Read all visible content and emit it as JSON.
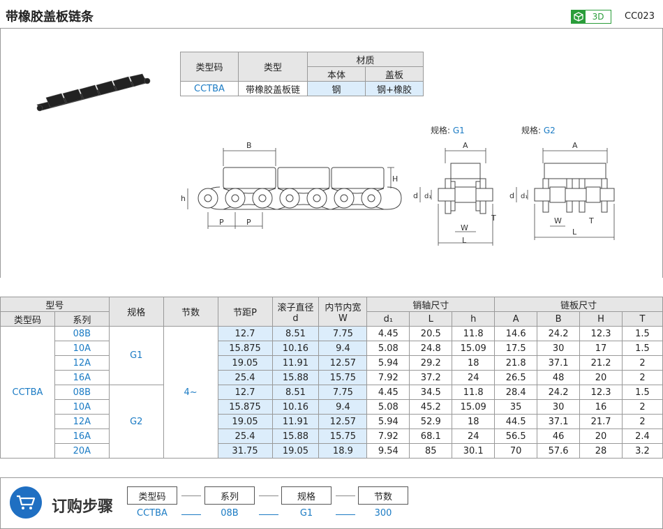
{
  "header": {
    "title": "带橡胶盖板链条",
    "badge_3d": "3D",
    "code": "CC023"
  },
  "material_table": {
    "headers": {
      "type_code": "类型码",
      "type": "类型",
      "material": "材质",
      "body": "本体",
      "cover": "盖板"
    },
    "row": {
      "type_code": "CCTBA",
      "type": "带橡胶盖板链",
      "body": "钢",
      "cover": "钢+橡胶"
    }
  },
  "drawings": {
    "g1_label": "规格:",
    "g1_value": "G1",
    "g2_label": "规格:",
    "g2_value": "G2",
    "dims": {
      "B": "B",
      "H": "H",
      "h": "h",
      "P": "P",
      "A": "A",
      "d": "d",
      "d1": "d₁",
      "W": "W",
      "L": "L",
      "T": "T"
    }
  },
  "spec_table": {
    "headers": {
      "model": "型号",
      "type_code": "类型码",
      "series": "系列",
      "spec": "规格",
      "pitch_count": "节数",
      "pitch": "节距P",
      "roller": "滚子直径",
      "roller_sub": "d",
      "inner": "内节内宽",
      "inner_sub": "W",
      "pin": "销轴尺寸",
      "plate": "链板尺寸",
      "d1": "d₁",
      "L": "L",
      "h": "h",
      "A": "A",
      "B": "B",
      "H": "H",
      "T": "T"
    },
    "type_code": "CCTBA",
    "count": "4~",
    "groups": [
      {
        "spec": "G1",
        "rows": [
          {
            "series": "08B",
            "P": "12.7",
            "d": "8.51",
            "W": "7.75",
            "d1": "4.45",
            "L": "20.5",
            "h": "11.8",
            "A": "14.6",
            "B": "24.2",
            "H": "12.3",
            "T": "1.5"
          },
          {
            "series": "10A",
            "P": "15.875",
            "d": "10.16",
            "W": "9.4",
            "d1": "5.08",
            "L": "24.8",
            "h": "15.09",
            "A": "17.5",
            "B": "30",
            "H": "17",
            "T": "1.5"
          },
          {
            "series": "12A",
            "P": "19.05",
            "d": "11.91",
            "W": "12.57",
            "d1": "5.94",
            "L": "29.2",
            "h": "18",
            "A": "21.8",
            "B": "37.1",
            "H": "21.2",
            "T": "2"
          },
          {
            "series": "16A",
            "P": "25.4",
            "d": "15.88",
            "W": "15.75",
            "d1": "7.92",
            "L": "37.2",
            "h": "24",
            "A": "26.5",
            "B": "48",
            "H": "20",
            "T": "2"
          }
        ]
      },
      {
        "spec": "G2",
        "rows": [
          {
            "series": "08B",
            "P": "12.7",
            "d": "8.51",
            "W": "7.75",
            "d1": "4.45",
            "L": "34.5",
            "h": "11.8",
            "A": "28.4",
            "B": "24.2",
            "H": "12.3",
            "T": "1.5"
          },
          {
            "series": "10A",
            "P": "15.875",
            "d": "10.16",
            "W": "9.4",
            "d1": "5.08",
            "L": "45.2",
            "h": "15.09",
            "A": "35",
            "B": "30",
            "H": "16",
            "T": "2"
          },
          {
            "series": "12A",
            "P": "19.05",
            "d": "11.91",
            "W": "12.57",
            "d1": "5.94",
            "L": "52.9",
            "h": "18",
            "A": "44.5",
            "B": "37.1",
            "H": "21.7",
            "T": "2"
          },
          {
            "series": "16A",
            "P": "25.4",
            "d": "15.88",
            "W": "15.75",
            "d1": "7.92",
            "L": "68.1",
            "h": "24",
            "A": "56.5",
            "B": "46",
            "H": "20",
            "T": "2.4"
          },
          {
            "series": "20A",
            "P": "31.75",
            "d": "19.05",
            "W": "18.9",
            "d1": "9.54",
            "L": "85",
            "h": "30.1",
            "A": "70",
            "B": "57.6",
            "H": "28",
            "T": "3.2"
          }
        ]
      }
    ]
  },
  "order": {
    "title": "订购步骤",
    "steps": [
      {
        "label": "类型码",
        "value": "CCTBA"
      },
      {
        "label": "系列",
        "value": "08B"
      },
      {
        "label": "规格",
        "value": "G1"
      },
      {
        "label": "节数",
        "value": "300"
      }
    ]
  },
  "colors": {
    "accent": "#1b7bc4",
    "green": "#2a9d3a",
    "header_gray": "#e6e6e6",
    "cell_blue": "#dcedfb"
  }
}
